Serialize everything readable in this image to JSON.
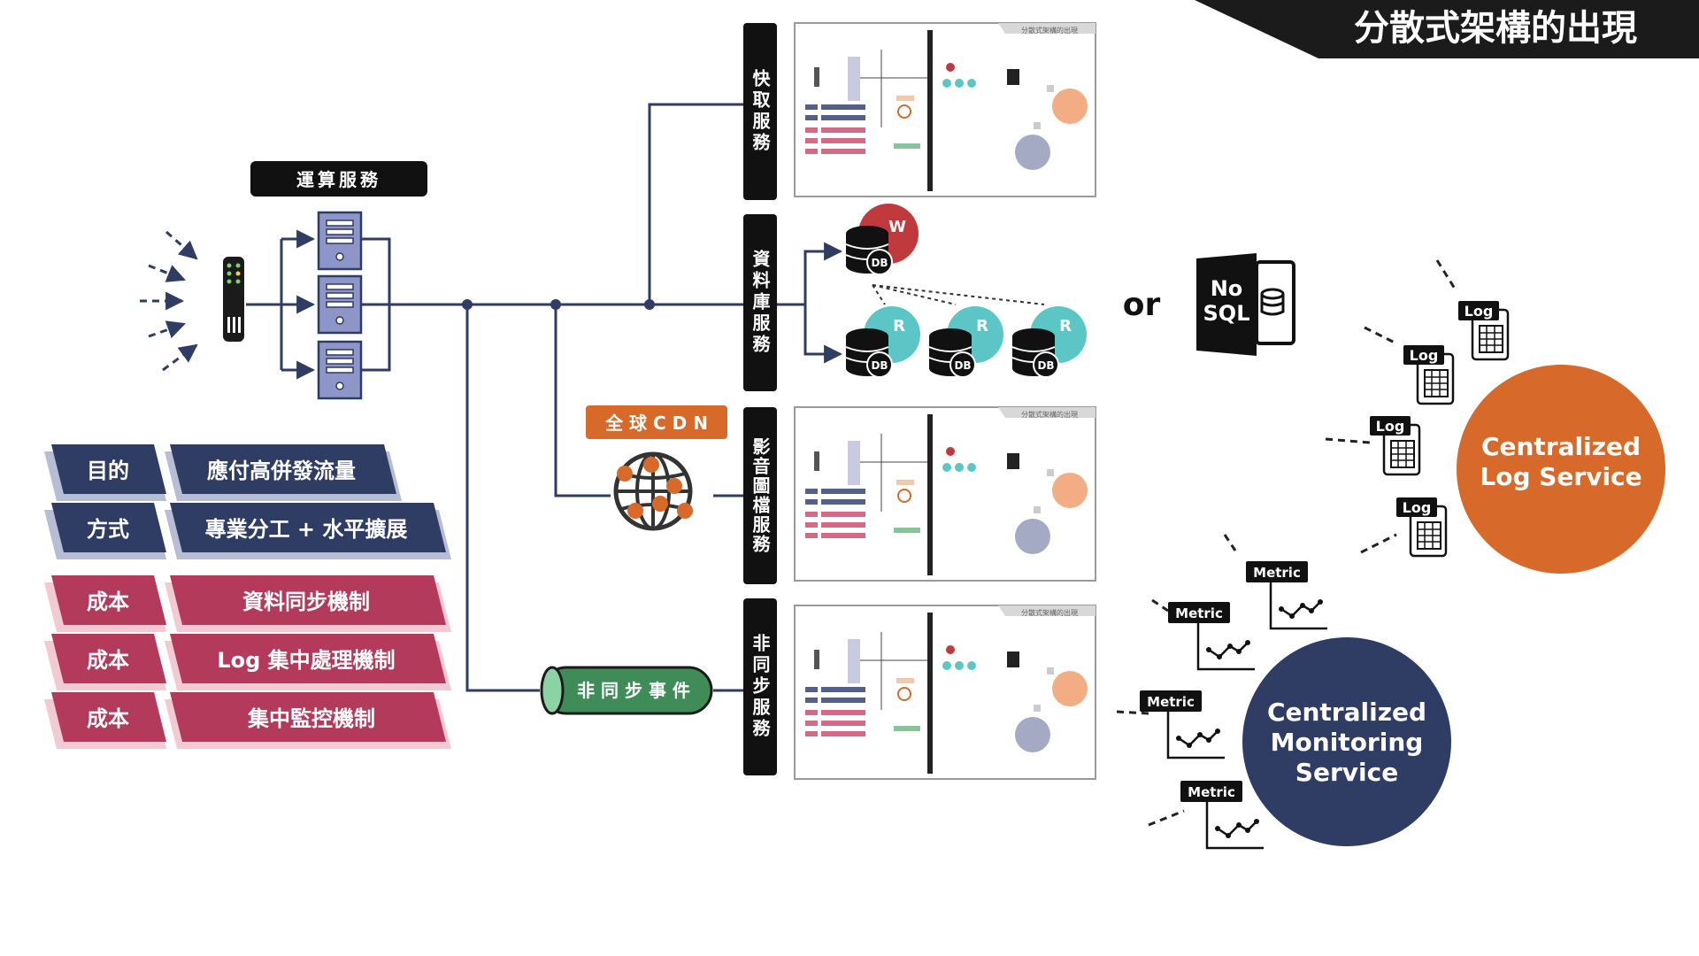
{
  "title": "分散式架構的出現",
  "compute": {
    "label": "運算服務"
  },
  "services": [
    {
      "label": "快取服務"
    },
    {
      "label": "資料庫服務"
    },
    {
      "label": "影音圖檔服務"
    },
    {
      "label": "非同步服務"
    }
  ],
  "cdn": {
    "label": "全 球 C D N"
  },
  "async_event": {
    "label": "非 同 步 事 件"
  },
  "db": {
    "master_tag": "W",
    "replica_tag": "R",
    "db_tag": "DB",
    "or_label": "or",
    "nosql_line1": "No",
    "nosql_line2": "SQL"
  },
  "summary": {
    "goal": {
      "key": "目的",
      "value": "應付高併發流量"
    },
    "method": {
      "key": "方式",
      "value": "專業分工 + 水平擴展"
    },
    "costs": [
      {
        "key": "成本",
        "value": "資料同步機制"
      },
      {
        "key": "成本",
        "value": "Log 集中處理機制"
      },
      {
        "key": "成本",
        "value": "集中監控機制"
      }
    ]
  },
  "log": {
    "tag": "Log",
    "service_line1": "Centralized",
    "service_line2": "Log Service"
  },
  "metric": {
    "tag": "Metric",
    "service_line1": "Centralized",
    "service_line2": "Monitoring",
    "service_line3": "Service"
  },
  "thumbnail": {
    "header": "分散式架構的出現"
  },
  "colors": {
    "navy": "#2f3c63",
    "crimson": "#b43a5b",
    "orange": "#d7692a",
    "green": "#3f8c59",
    "teal": "#5cc6c6",
    "red": "#c0393d",
    "black": "#111111",
    "server": "#8e96c9"
  }
}
